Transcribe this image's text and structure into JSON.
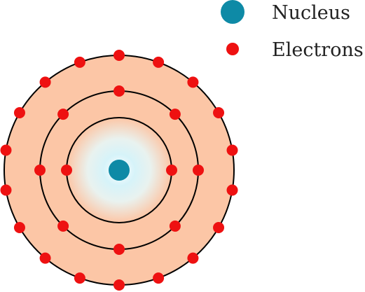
{
  "legend": {
    "nucleus_label": "Nucleus",
    "electrons_label": "Electrons"
  },
  "colors": {
    "nucleus": "#0e8aa6",
    "nucleus_glow": "#bfeef6",
    "electron": "#ee1111",
    "cloud": "#fcc6a6",
    "shell_stroke": "#000000"
  },
  "shells": [
    {
      "name": "inner",
      "electrons": 2
    },
    {
      "name": "middle",
      "electrons": 8
    },
    {
      "name": "outer",
      "electrons": 18
    }
  ]
}
